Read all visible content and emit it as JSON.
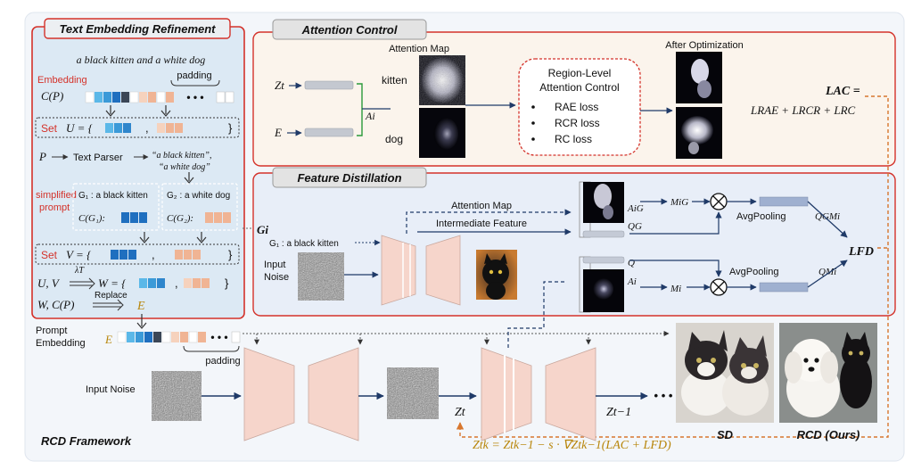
{
  "colors": {
    "panel_left": "#dce9f4",
    "panel_attention": "#fbf4ec",
    "panel_feature": "#e8eef8",
    "red": "#d4322a",
    "navy": "#1f3a68",
    "orange": "#d8772e",
    "gold": "#b8860b",
    "blue_dark": "#1f6fbf",
    "blue_light": "#5bb8e8",
    "peach": "#f0b494",
    "peach_light": "#f6d2bd",
    "slate": "#3b4656",
    "encoder": "#f6d5cb"
  },
  "left": {
    "title": "Text Embedding Refinement",
    "sentence": "a black kitten and a white dog",
    "padding": "padding",
    "embedding_label": "Embedding",
    "cp": "C(P)",
    "set_label": "Set",
    "set_u": "U = {",
    "comma": ",",
    "close": "}",
    "p_label": "P",
    "text_parser": "Text Parser",
    "parsed_1": "“a black kitten”,",
    "parsed_2": "“a white dog”",
    "simplified_1": "simplified",
    "simplified_2": "prompt",
    "g1_label": "G₁ : a black kitten",
    "g2_label": "G₂ : a white dog",
    "cg1": "C(G₁):",
    "cg2": "C(G₂):",
    "set_v": "V = {",
    "uv": "U, V",
    "lambda": "λT",
    "w_eq": "W = {",
    "wcp": "W, C(P)",
    "replace": "Replace",
    "e_label": "E",
    "ellipsis": "• • •"
  },
  "attention": {
    "title": "Attention Control",
    "attention_map": "Attention Map",
    "after_opt": "After Optimization",
    "zt": "Zt",
    "e": "E",
    "ai": "Ai",
    "kitten": "kitten",
    "dog": "dog",
    "region_1": "Region-Level",
    "region_2": "Attention Control",
    "loss_1": "RAE loss",
    "loss_2": "RCR loss",
    "loss_3": "RC loss",
    "lac": "LAC =",
    "lac_eq": "LRAE + LRCR + LRC"
  },
  "feature": {
    "title": "Feature Distillation",
    "gi": "Gi",
    "g1_kitten": "G₁ : a black kitten",
    "attn_map": "Attention Map",
    "intermediate": "Intermediate Feature",
    "input_noise_1": "Input",
    "input_noise_2": "Noise",
    "aig": "AiG",
    "qg": "QG",
    "mig": "MiG",
    "avgpool": "AvgPooling",
    "qmig": "QGMi",
    "q": "Q",
    "ai": "Ai",
    "mi": "Mi",
    "qmi": "QMi",
    "lfd": "LFD"
  },
  "bottom": {
    "prompt_1": "Prompt",
    "prompt_2": "Embedding",
    "e": "E",
    "padding": "padding",
    "input_noise": "Input Noise",
    "zt": "Zt",
    "zt1": "Zt−1",
    "dots": "• • •",
    "equation": "Ztk = Ztk−1 − s · ∇Ztk−1(LAC + LFD)",
    "sd": "SD",
    "rcd": "RCD (Ours)",
    "framework": "RCD Framework"
  }
}
